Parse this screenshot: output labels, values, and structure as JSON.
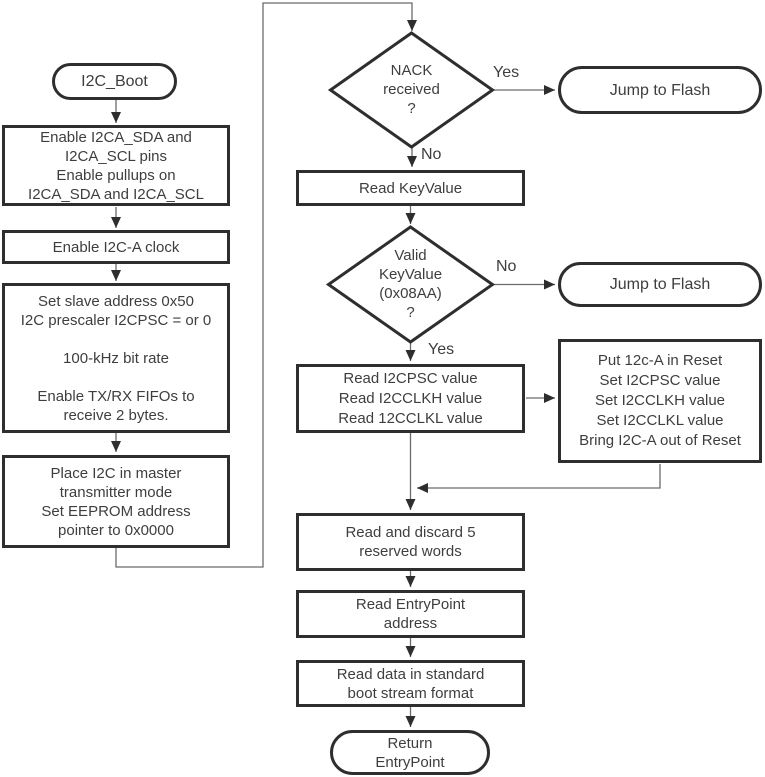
{
  "diagram": {
    "title": "I2C Boot flowchart",
    "colors": {
      "shape_border": "#2e2e2e",
      "connector_line": "#6b6b6b",
      "arrowhead": "#2e2e2e",
      "text": "#3e3e3e",
      "background": "#ffffff"
    },
    "nodes": {
      "start": {
        "text": "I2C_Boot"
      },
      "enable_pins": {
        "text": "Enable I2CA_SDA and\nI2CA_SCL pins\nEnable pullups on\nI2CA_SDA and I2CA_SCL"
      },
      "enable_clock": {
        "text": "Enable I2C-A clock"
      },
      "setup": {
        "text": "Set slave address 0x50\nI2C prescaler I2CPSC = or 0\n\n100-kHz bit rate\n\nEnable TX/RX FIFOs to\nreceive 2 bytes."
      },
      "master_mode": {
        "text": "Place I2C in master\ntransmitter mode\nSet EEPROM address\npointer to 0x0000"
      },
      "nack_decision": {
        "text": "NACK\nreceived\n?"
      },
      "jump_flash_1": {
        "text": "Jump to Flash"
      },
      "read_keyvalue": {
        "text": "Read KeyValue"
      },
      "valid_decision": {
        "text": "Valid\nKeyValue\n(0x08AA)\n?"
      },
      "jump_flash_2": {
        "text": "Jump to Flash"
      },
      "read_clock_values": {
        "text": "Read I2CPSC value\nRead I2CCLKH value\nRead 12CCLKL value"
      },
      "set_clock_values": {
        "text": "Put 12c-A in Reset\nSet I2CPSC value\nSet I2CCLKH value\nSet I2CCLKL value\nBring I2C-A out of Reset"
      },
      "read_reserved": {
        "text": "Read and discard 5\nreserved words"
      },
      "read_entrypoint": {
        "text": "Read EntryPoint\naddress"
      },
      "read_data": {
        "text": "Read data in standard\nboot stream format"
      },
      "return_entrypoint": {
        "text": "Return\nEntryPoint"
      }
    },
    "labels": {
      "nack_yes": "Yes",
      "nack_no": "No",
      "valid_no": "No",
      "valid_yes": "Yes"
    }
  }
}
